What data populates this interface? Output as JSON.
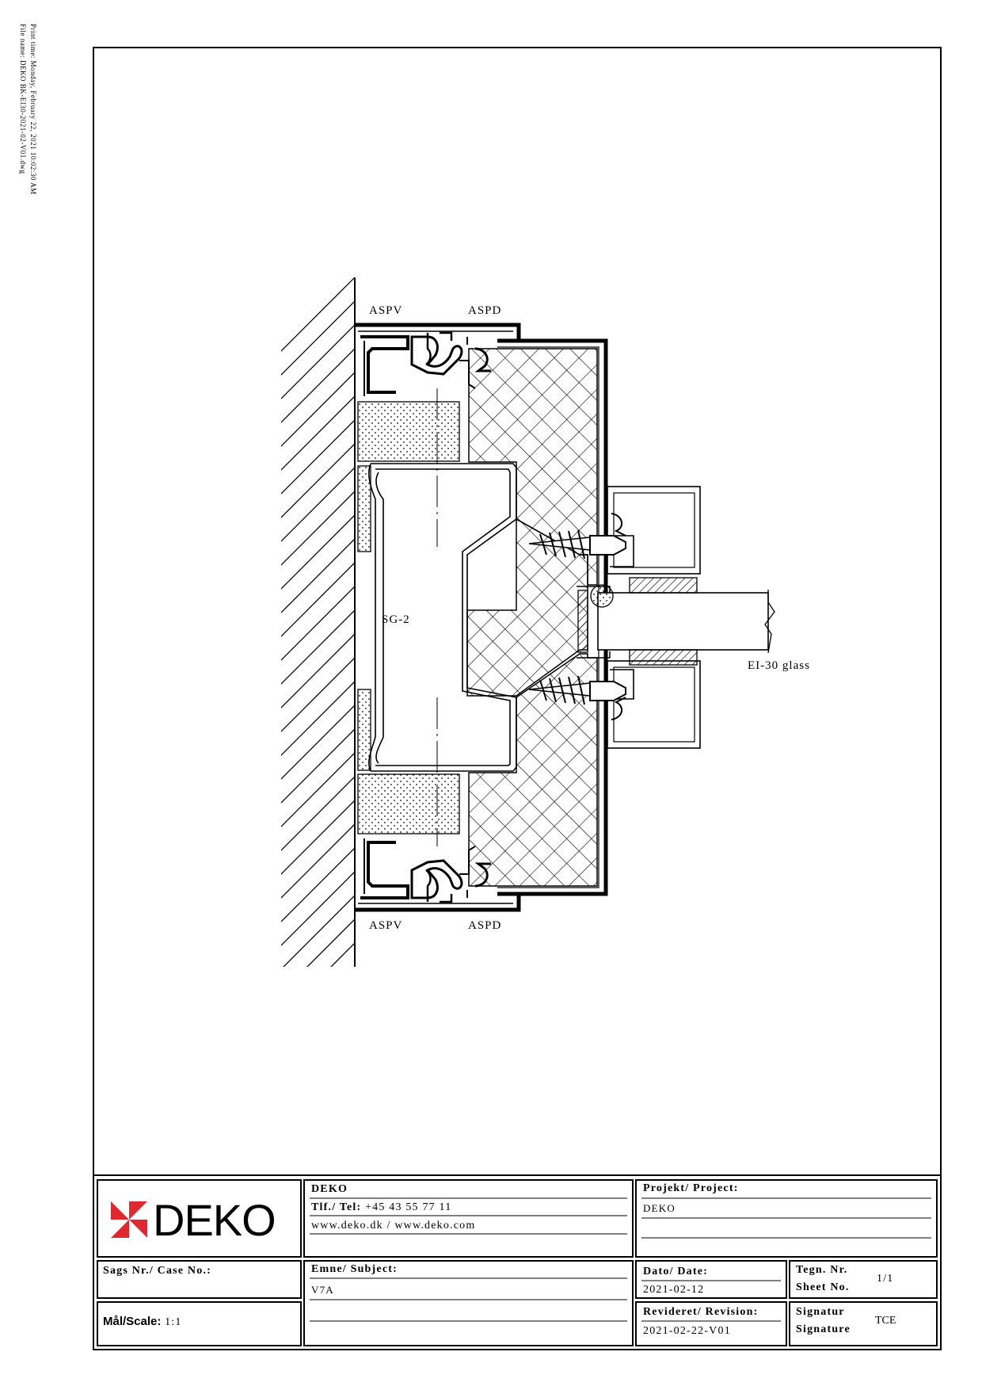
{
  "print_info": {
    "print_time": "Print time: Monday, February 22, 2021 10:02:30 AM",
    "file_name": "File name: DEKO BK-EI30-2021-02-V01.dwg"
  },
  "drawing": {
    "labels": {
      "aspv_top": "ASPV",
      "aspd_top": "ASPD",
      "aspv_bottom": "ASPV",
      "aspd_bottom": "ASPD",
      "sg2": "SG-2",
      "glass": "EI-30 glass"
    }
  },
  "title_block": {
    "logo": "DEKO",
    "company": {
      "name": "DEKO",
      "tel_label": "Tlf./ Tel:",
      "tel": "+45 43 55 77 11",
      "web": "www.deko.dk / www.deko.com"
    },
    "project": {
      "label": "Projekt/ Project:",
      "value": "DEKO"
    },
    "case": {
      "label": "Sags Nr./ Case No.:",
      "value": ""
    },
    "subject": {
      "label": "Emne/ Subject:",
      "value": "V7A"
    },
    "date": {
      "label": "Dato/ Date:",
      "value": "2021-02-12"
    },
    "sheet": {
      "label_1": "Tegn. Nr.",
      "label_2": "Sheet No.",
      "value": "1/1"
    },
    "scale": {
      "label": "Mål/Scale:",
      "value": "1:1"
    },
    "revision": {
      "label": "Revideret/ Revision:",
      "value": "2021-02-22-V01"
    },
    "signature": {
      "label_1": "Signatur",
      "label_2": "Signature",
      "value": "TCE"
    }
  },
  "colors": {
    "ink": "#000000",
    "logo_red": "#e0282e",
    "paper": "#ffffff"
  }
}
